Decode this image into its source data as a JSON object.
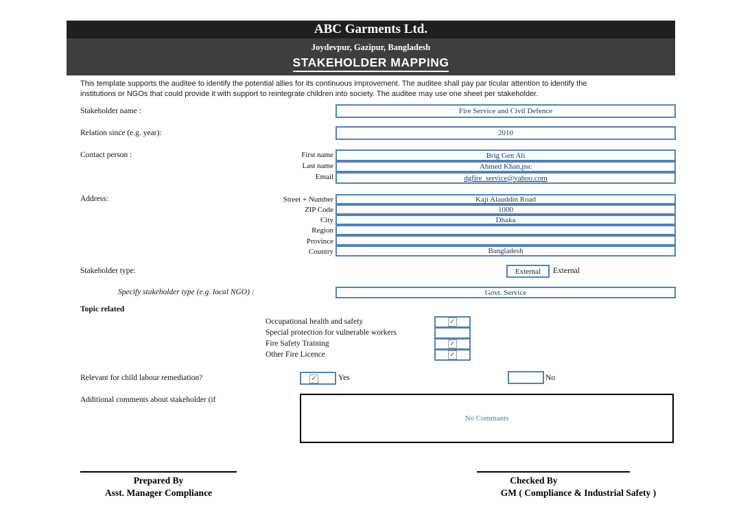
{
  "header": {
    "company": "ABC Garments Ltd.",
    "address": "Joydevpur, Gazipur, Bangladesh",
    "title": "STAKEHOLDER MAPPING"
  },
  "intro": {
    "line1": "This template supports the auditee to identify the potential allies for its continuous improvement. The auditee shall pay par ticular attention to identify the",
    "line2": "institutions or NGOs that could provide it with support to reintegrate children into society. The auditee may use one sheet per stakeholder."
  },
  "fields": {
    "stakeholder_name": {
      "label": "Stakeholder name :",
      "value": "Fire Service and Civil Defence"
    },
    "relation_since": {
      "label": "Relation since (e.g. year):",
      "value": "2010"
    },
    "contact_person": {
      "label": "Contact person :",
      "first_name": {
        "label": "First name",
        "value": "Brig Gen Ali"
      },
      "last_name": {
        "label": "Last name",
        "value": "Ahmed Khan,psc"
      },
      "email": {
        "label": "Email",
        "value": "dgfire_service@yahoo.com"
      }
    },
    "address": {
      "label": "Address:",
      "rows": [
        {
          "label": "Street + Number",
          "value": "Kaji Alauddin Road"
        },
        {
          "label": "ZIP Code",
          "value": "1000"
        },
        {
          "label": "City",
          "value": "Dhaka"
        },
        {
          "label": "Region",
          "value": ""
        },
        {
          "label": "Province",
          "value": ""
        },
        {
          "label": "Country",
          "value": "Bangladesh"
        }
      ]
    },
    "stakeholder_type": {
      "label": "Stakeholder type:",
      "value": "External",
      "side_label": "External"
    },
    "specify_type": {
      "label": "Specify stakeholder type (e.g. local NGO)  :",
      "value": "Govt. Service"
    },
    "topic_related": {
      "label": "Topic related",
      "items": [
        {
          "label": "Occupational health and safety",
          "checked": true,
          "glyph": "✓"
        },
        {
          "label": "Special protection for vulnerable workers",
          "checked": false,
          "glyph": ""
        },
        {
          "label": "Fire Safety Training",
          "checked": true,
          "glyph": "✓"
        },
        {
          "label": "Other Fire Licence",
          "checked": true,
          "glyph": "✓"
        }
      ]
    },
    "child_labour": {
      "label": "Relevant for child labour remediation?",
      "yes_label": "Yes",
      "no_label": "No",
      "yes_checked": true,
      "no_checked": false,
      "yes_glyph": "✓",
      "no_glyph": ""
    },
    "comments": {
      "label": "Additional comments about stakeholder (if",
      "value": "No Commants"
    }
  },
  "footer": {
    "prepared": {
      "title": "Prepared By",
      "role": "Asst. Manager Compliance"
    },
    "checked": {
      "title": "Checked By",
      "role": "GM ( Compliance & Industrial Safety )"
    }
  },
  "colors": {
    "header_black": "#1f1f1f",
    "header_gray": "#3e3e3e",
    "field_border_blue": "#4f81bd",
    "field_text_navy": "#17365d",
    "comment_text_blue": "#4f76a8"
  }
}
